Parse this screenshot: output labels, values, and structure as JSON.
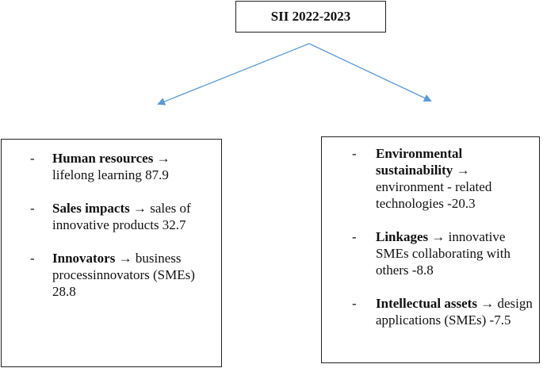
{
  "title": "SII 2022-2023",
  "arrow_glyph": "→",
  "bullet": "-",
  "colors": {
    "arrow": "#5b9bd5",
    "border": "#222222",
    "text": "#111111"
  },
  "left_panel": {
    "items": [
      {
        "title": "Human resources",
        "detail": "lifelong learning 87.9"
      },
      {
        "title": "Sales impacts",
        "detail": "sales of innovative products 32.7"
      },
      {
        "title": "Innovators",
        "detail": "business processinnovators (SMEs) 28.8"
      }
    ]
  },
  "right_panel": {
    "items": [
      {
        "title": "Environmental sustainability",
        "detail": "environment - related technologies -20.3"
      },
      {
        "title": "Linkages",
        "detail": "innovative SMEs collaborating with others -8.8"
      },
      {
        "title": "Intellectual assets",
        "detail": "design applications (SMEs) -7.5"
      }
    ]
  }
}
